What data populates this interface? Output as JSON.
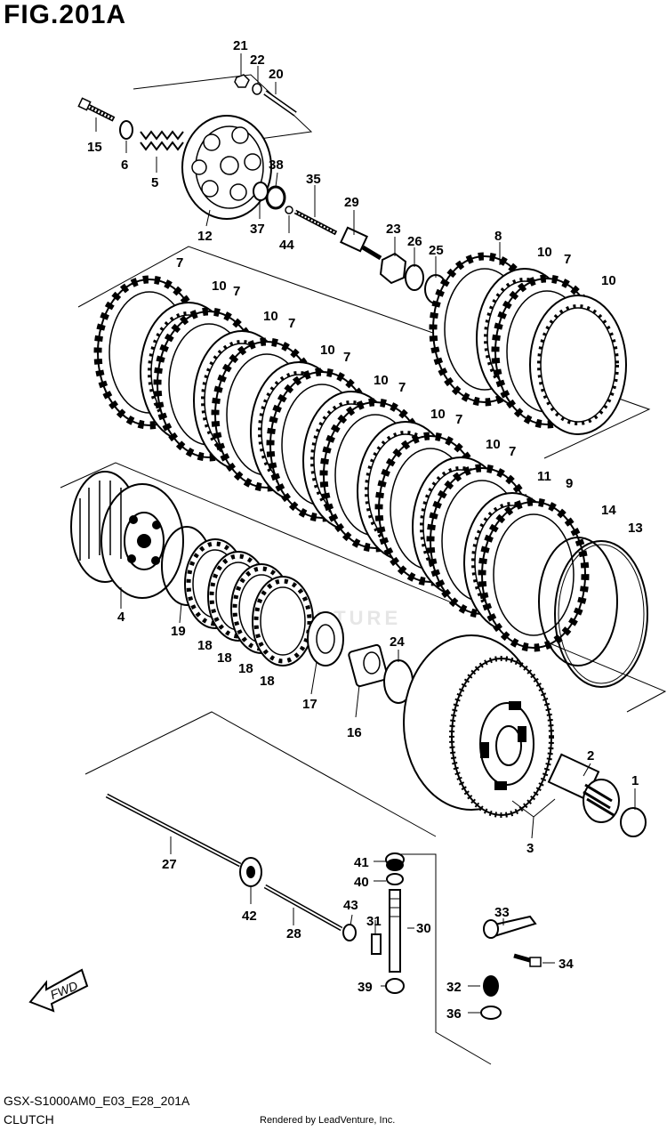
{
  "figure": {
    "title": "FIG.201A",
    "code": "GSX-S1000AM0_E03_E28_201A",
    "section": "CLUTCH",
    "credit": "Rendered by LeadVenture, Inc.",
    "watermark": "VENTURE",
    "fwd_label": "FWD"
  },
  "callouts": [
    {
      "id": "c21",
      "text": "21"
    },
    {
      "id": "c22",
      "text": "22"
    },
    {
      "id": "c20",
      "text": "20"
    },
    {
      "id": "c15",
      "text": "15"
    },
    {
      "id": "c6",
      "text": "6"
    },
    {
      "id": "c5",
      "text": "5"
    },
    {
      "id": "c12",
      "text": "12"
    },
    {
      "id": "c38",
      "text": "38"
    },
    {
      "id": "c37",
      "text": "37"
    },
    {
      "id": "c35",
      "text": "35"
    },
    {
      "id": "c44",
      "text": "44"
    },
    {
      "id": "c29",
      "text": "29"
    },
    {
      "id": "c23",
      "text": "23"
    },
    {
      "id": "c26",
      "text": "26"
    },
    {
      "id": "c25",
      "text": "25"
    },
    {
      "id": "c8",
      "text": "8"
    },
    {
      "id": "c10a",
      "text": "10"
    },
    {
      "id": "c7a",
      "text": "7"
    },
    {
      "id": "c10b",
      "text": "10"
    },
    {
      "id": "c7b",
      "text": "7"
    },
    {
      "id": "c10c",
      "text": "10"
    },
    {
      "id": "c7c",
      "text": "7"
    },
    {
      "id": "c10d",
      "text": "10"
    },
    {
      "id": "c7d",
      "text": "7"
    },
    {
      "id": "c10e",
      "text": "10"
    },
    {
      "id": "c7e",
      "text": "7"
    },
    {
      "id": "c10f",
      "text": "10"
    },
    {
      "id": "c7f",
      "text": "7"
    },
    {
      "id": "c10g",
      "text": "10"
    },
    {
      "id": "c7g",
      "text": "7"
    },
    {
      "id": "c10h",
      "text": "10"
    },
    {
      "id": "c7h",
      "text": "7"
    },
    {
      "id": "c11",
      "text": "11"
    },
    {
      "id": "c9",
      "text": "9"
    },
    {
      "id": "c14",
      "text": "14"
    },
    {
      "id": "c13",
      "text": "13"
    },
    {
      "id": "c4",
      "text": "4"
    },
    {
      "id": "c19",
      "text": "19"
    },
    {
      "id": "c18a",
      "text": "18"
    },
    {
      "id": "c18b",
      "text": "18"
    },
    {
      "id": "c18c",
      "text": "18"
    },
    {
      "id": "c18d",
      "text": "18"
    },
    {
      "id": "c17",
      "text": "17"
    },
    {
      "id": "c24",
      "text": "24"
    },
    {
      "id": "c16",
      "text": "16"
    },
    {
      "id": "c2",
      "text": "2"
    },
    {
      "id": "c1",
      "text": "1"
    },
    {
      "id": "c3",
      "text": "3"
    },
    {
      "id": "c27",
      "text": "27"
    },
    {
      "id": "c41",
      "text": "41"
    },
    {
      "id": "c40",
      "text": "40"
    },
    {
      "id": "c43",
      "text": "43"
    },
    {
      "id": "c42",
      "text": "42"
    },
    {
      "id": "c28",
      "text": "28"
    },
    {
      "id": "c31",
      "text": "31"
    },
    {
      "id": "c30",
      "text": "30"
    },
    {
      "id": "c33",
      "text": "33"
    },
    {
      "id": "c34",
      "text": "34"
    },
    {
      "id": "c32",
      "text": "32"
    },
    {
      "id": "c39",
      "text": "39"
    },
    {
      "id": "c36",
      "text": "36"
    }
  ]
}
